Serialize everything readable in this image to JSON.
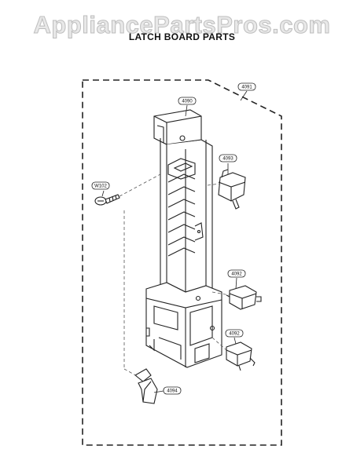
{
  "watermark": "AppliancePartsPros.com",
  "title": "LATCH BOARD PARTS",
  "callouts": {
    "assembly": "4091",
    "latch_board": "4090",
    "switch_upper": "4093",
    "screw": "W102",
    "switch_middle": "4092",
    "switch_lower": "4092",
    "lever": "4094"
  }
}
